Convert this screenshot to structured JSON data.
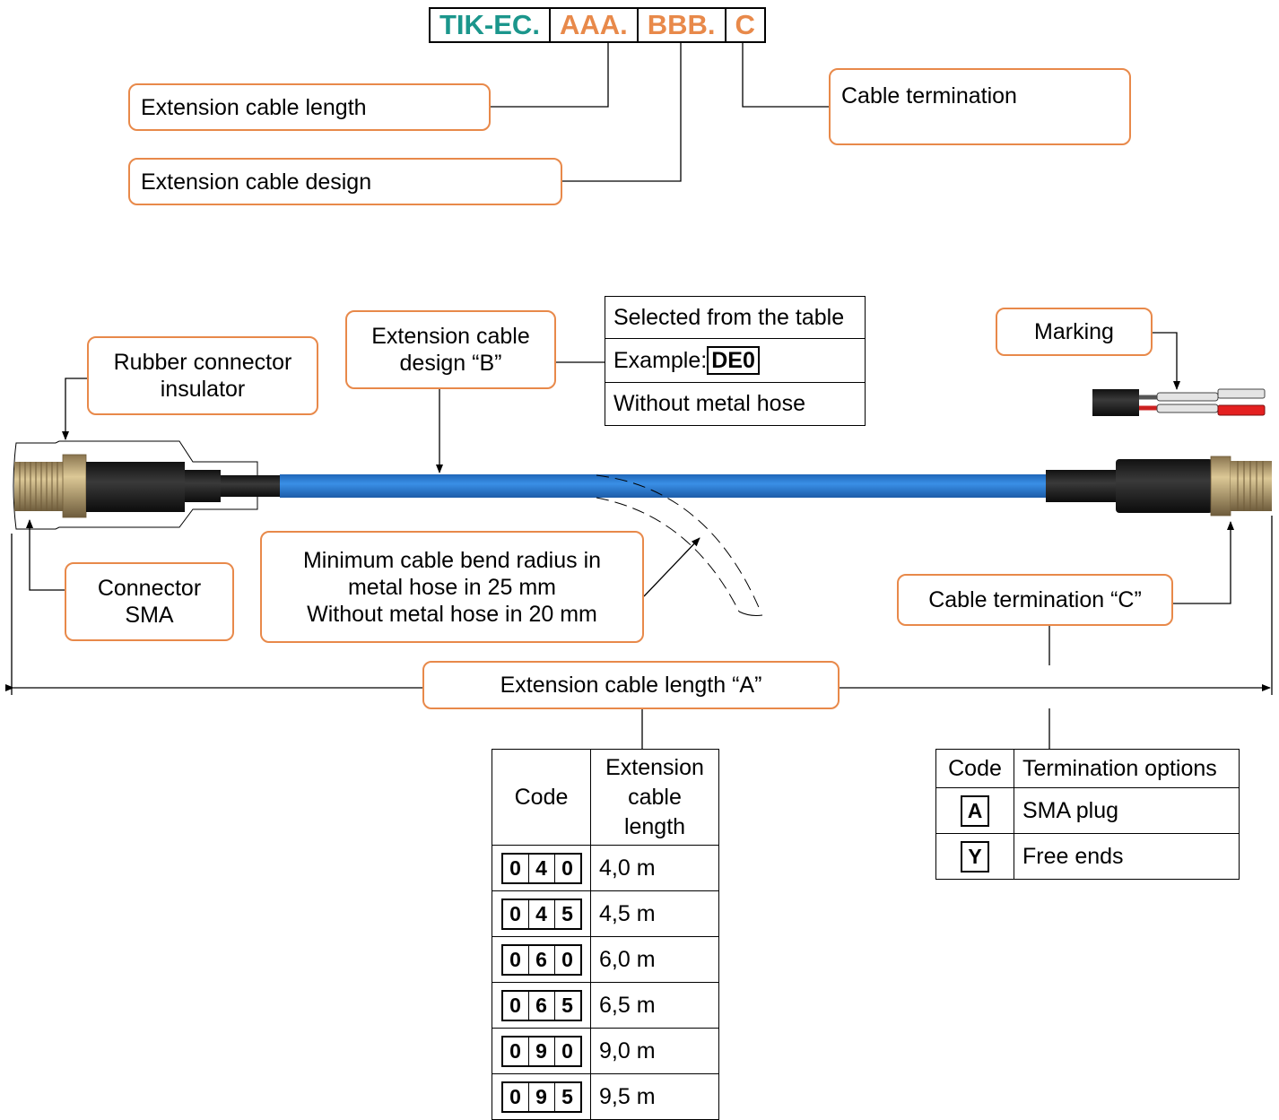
{
  "header_code": {
    "parts": [
      {
        "text": "TIK-EC.",
        "color": "#1b968c"
      },
      {
        "text": "AAA.",
        "color": "#e8894a"
      },
      {
        "text": "BBB.",
        "color": "#e8894a"
      },
      {
        "text": "C",
        "color": "#e8894a"
      }
    ]
  },
  "callouts": {
    "length_label": "Extension cable length",
    "design_label": "Extension cable design",
    "termination_label": "Cable termination",
    "rubber_l1": "Rubber connector",
    "rubber_l2": "insulator",
    "design_b_l1": "Extension cable",
    "design_b_l2": "design “B”",
    "marking": "Marking",
    "connector_l1": "Connector",
    "connector_l2": "SMA",
    "bend_l1": "Minimum cable bend radius in",
    "bend_l2": "metal hose in 25 mm",
    "bend_l3": "Without metal hose in 20 mm",
    "termination_c": "Cable termination “C”",
    "length_a": "Extension cable length “A”"
  },
  "design_info": {
    "row1": "Selected from the table",
    "row2_prefix": "Example:",
    "row2_code": "DE0",
    "row3": "Without metal hose"
  },
  "length_table": {
    "header_code": "Code",
    "header_l1": "Extension",
    "header_l2": "cable",
    "header_l3": "length",
    "rows": [
      {
        "d": [
          "0",
          "4",
          "0"
        ],
        "len": "4,0 m"
      },
      {
        "d": [
          "0",
          "4",
          "5"
        ],
        "len": "4,5 m"
      },
      {
        "d": [
          "0",
          "6",
          "0"
        ],
        "len": "6,0 m"
      },
      {
        "d": [
          "0",
          "6",
          "5"
        ],
        "len": "6,5 m"
      },
      {
        "d": [
          "0",
          "9",
          "0"
        ],
        "len": "9,0 m"
      },
      {
        "d": [
          "0",
          "9",
          "5"
        ],
        "len": "9,5 m"
      }
    ]
  },
  "termination_table": {
    "header_code": "Code",
    "header_opts": "Termination options",
    "rows": [
      {
        "code": "A",
        "label": "SMA plug"
      },
      {
        "code": "Y",
        "label": "Free ends"
      }
    ]
  },
  "colors": {
    "callout_border": "#e8894a",
    "cable_blue": "#2e7fd6",
    "brass": "#c9b07a"
  }
}
